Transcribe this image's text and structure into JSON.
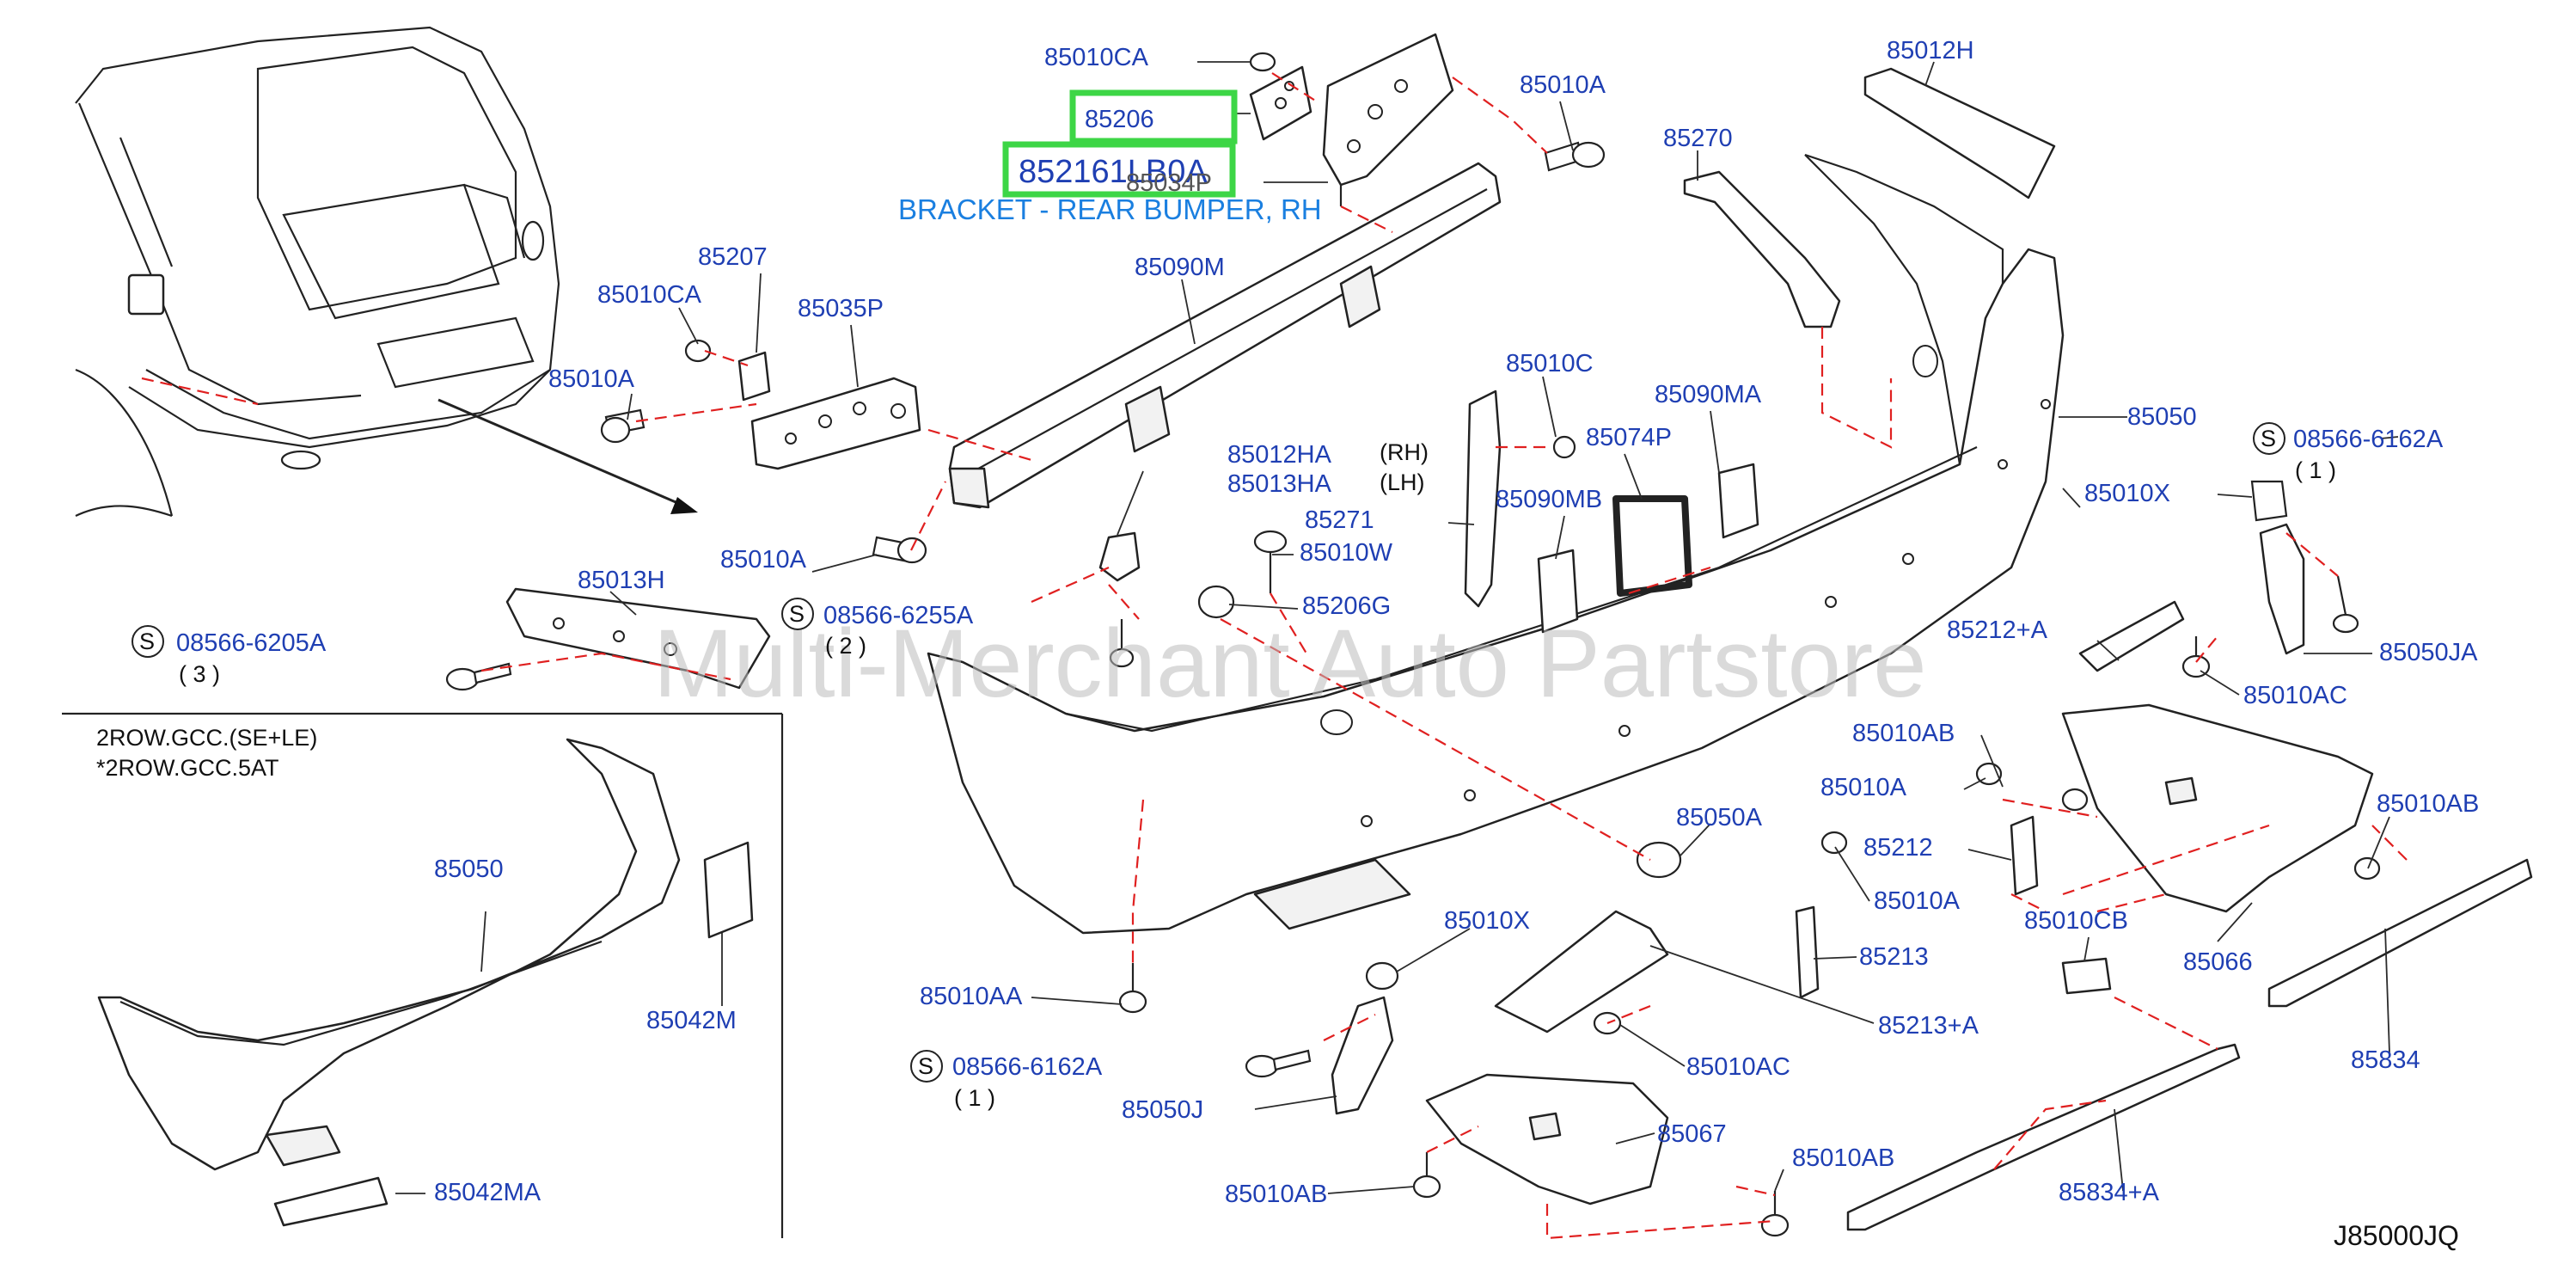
{
  "diagram": {
    "callouts": [
      {
        "id": "85010CA-top",
        "text": "85010CA"
      },
      {
        "id": "85206",
        "text": "85206"
      },
      {
        "id": "85034P",
        "text": "85034P"
      },
      {
        "id": "85010A-top",
        "text": "85010A"
      },
      {
        "id": "85012H",
        "text": "85012H"
      },
      {
        "id": "85270",
        "text": "85270"
      },
      {
        "id": "85207",
        "text": "85207"
      },
      {
        "id": "85010CA-left",
        "text": "85010CA"
      },
      {
        "id": "85035P",
        "text": "85035P"
      },
      {
        "id": "85090M",
        "text": "85090M"
      },
      {
        "id": "85010A-left",
        "text": "85010A"
      },
      {
        "id": "85010C",
        "text": "85010C"
      },
      {
        "id": "85090MA",
        "text": "85090MA"
      },
      {
        "id": "85050-main",
        "text": "85050"
      },
      {
        "id": "85074P",
        "text": "85074P"
      },
      {
        "id": "85012HA",
        "text": "85012HA"
      },
      {
        "id": "85013HA",
        "text": "85013HA"
      },
      {
        "id": "85090MB",
        "text": "85090MB"
      },
      {
        "id": "85010X-right",
        "text": "85010X"
      },
      {
        "id": "85010A-mid",
        "text": "85010A"
      },
      {
        "id": "85271",
        "text": "85271"
      },
      {
        "id": "85010W",
        "text": "85010W"
      },
      {
        "id": "85013H",
        "text": "85013H"
      },
      {
        "id": "85206G",
        "text": "85206G"
      },
      {
        "id": "85212A",
        "text": "85212+A"
      },
      {
        "id": "85050JA",
        "text": "85050JA"
      },
      {
        "id": "85010AC-right",
        "text": "85010AC"
      },
      {
        "id": "85010AB-upper",
        "text": "85010AB"
      },
      {
        "id": "85010A-lower",
        "text": "85010A"
      },
      {
        "id": "85010AB-right",
        "text": "85010AB"
      },
      {
        "id": "85050A",
        "text": "85050A"
      },
      {
        "id": "85212",
        "text": "85212"
      },
      {
        "id": "85010A-low2",
        "text": "85010A"
      },
      {
        "id": "85010CB",
        "text": "85010CB"
      },
      {
        "id": "85050-inset",
        "text": "85050"
      },
      {
        "id": "85213",
        "text": "85213"
      },
      {
        "id": "85066",
        "text": "85066"
      },
      {
        "id": "85010X-low",
        "text": "85010X"
      },
      {
        "id": "85010AA",
        "text": "85010AA"
      },
      {
        "id": "85213A",
        "text": "85213+A"
      },
      {
        "id": "85042M",
        "text": "85042M"
      },
      {
        "id": "85834",
        "text": "85834"
      },
      {
        "id": "85010AC-low",
        "text": "85010AC"
      },
      {
        "id": "85050J",
        "text": "85050J"
      },
      {
        "id": "85067",
        "text": "85067"
      },
      {
        "id": "85010AB-low",
        "text": "85010AB"
      },
      {
        "id": "85010AB-low2",
        "text": "85010AB"
      },
      {
        "id": "85834A",
        "text": "85834+A"
      },
      {
        "id": "85042MA",
        "text": "85042MA"
      }
    ],
    "standard_parts": [
      {
        "id": "s-6162-right",
        "symbol": "S",
        "code": "08566-6162A",
        "qty": "( 1 )"
      },
      {
        "id": "s-6255",
        "symbol": "S",
        "code": "08566-6255A",
        "qty": "( 2 )"
      },
      {
        "id": "s-6205",
        "symbol": "S",
        "code": "08566-6205A",
        "qty": "( 3 )"
      },
      {
        "id": "s-6162-low",
        "symbol": "S",
        "code": "08566-6162A",
        "qty": "( 1 )"
      }
    ],
    "side_labels": {
      "rh": "(RH)",
      "lh": "(LH)"
    },
    "inset_notes": [
      "2ROW.GCC.(SE+LE)",
      "*2ROW.GCC.5AT"
    ],
    "highlight": {
      "part_number": "852161LB0A",
      "description": "BRACKET - REAR BUMPER, RH"
    },
    "watermark": "Multi-Merchant Auto Partstore",
    "diagram_code": "J85000JQ",
    "colors": {
      "callout_text": "#1f3fb3",
      "highlight_border": "#3dd646",
      "highlight_description": "#1a7fe0",
      "dashed_leader": "#e02020",
      "line_art": "#222222"
    }
  }
}
